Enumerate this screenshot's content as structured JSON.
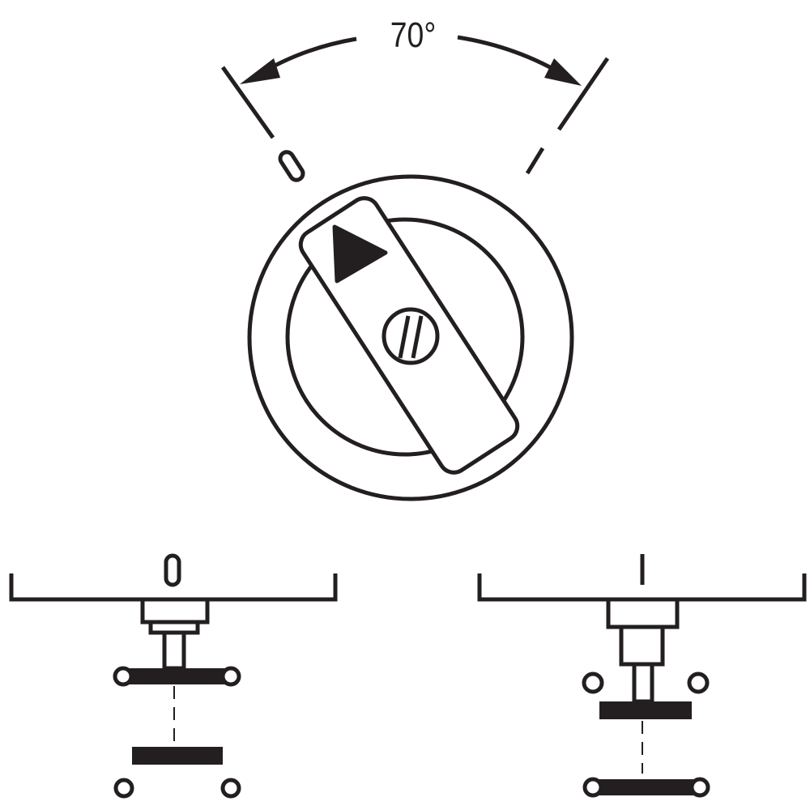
{
  "angle_label": "70°",
  "positions": {
    "off": "0",
    "on": "I"
  },
  "colors": {
    "ink": "#231f20",
    "background": "#ffffff"
  }
}
